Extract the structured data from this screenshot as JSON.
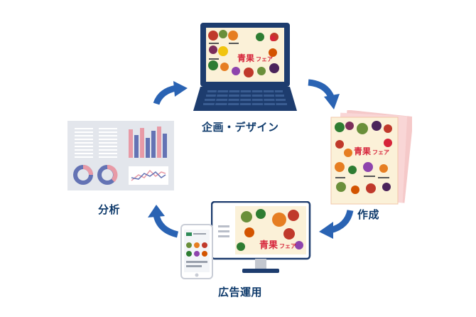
{
  "steps": {
    "design": {
      "label": "企画・デザイン"
    },
    "create": {
      "label": "作成"
    },
    "ads": {
      "label": "広告運用"
    },
    "analyze": {
      "label": "分析"
    }
  },
  "flyer": {
    "headline": "青果フェア",
    "headline_main": "青果",
    "headline_sub": "フェア"
  },
  "colors": {
    "navy": "#1d3c6e",
    "arrow": "#2a63b3",
    "label": "#0e3a6b",
    "flyer_bg": "#fbf1d8",
    "flyer_frame": "#f5c9c9",
    "headline_red": "#d6243a",
    "chart_pink": "#e89aa6",
    "chart_blue": "#6473b4"
  }
}
